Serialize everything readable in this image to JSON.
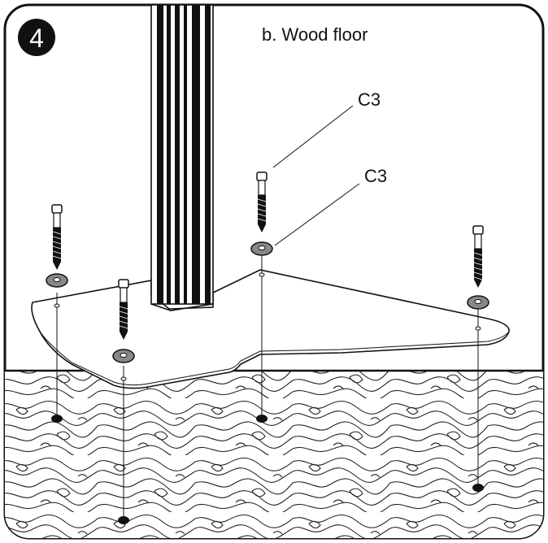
{
  "step": {
    "number": "4",
    "title": "b. Wood floor"
  },
  "callouts": [
    {
      "label": "C3",
      "points_to": "bolt"
    },
    {
      "label": "C3",
      "points_to": "washer"
    }
  ],
  "colors": {
    "ink": "#111111",
    "paper": "#ffffff",
    "washer": "#888888"
  }
}
